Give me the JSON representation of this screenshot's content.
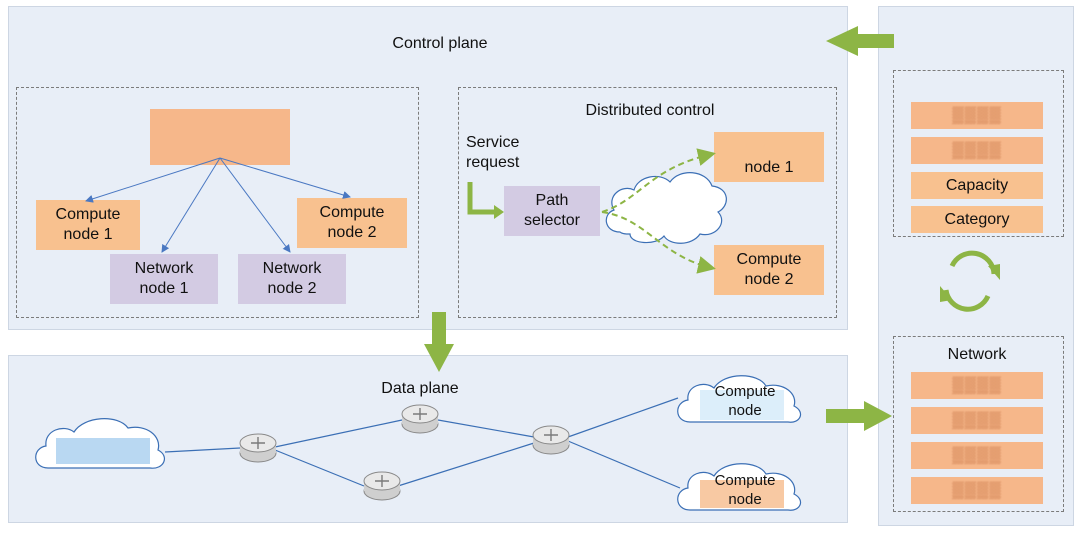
{
  "control_plane": {
    "title": "Control plane",
    "centralized": {
      "compute_node_1": "Compute node 1",
      "compute_node_2": "Compute node 2",
      "network_node_1": "Network node 1",
      "network_node_2": "Network node 2"
    },
    "distributed": {
      "title": "Distributed control",
      "service_request": "Service request",
      "path_selector": "Path selector",
      "compute_node_1": "node 1",
      "compute_node_2": "Compute node 2"
    }
  },
  "data_plane": {
    "title": "Data plane",
    "compute_node_top": "Compute node",
    "compute_node_bottom": "Compute node"
  },
  "side_panel": {
    "compute_items": [
      "Capacity",
      "Category"
    ],
    "network_title": "Network"
  },
  "colors": {
    "panel_bg": "#e8eef7",
    "compute_orange": "#f8c18f",
    "network_purple": "#d3cbe3",
    "arrow_green": "#8db545",
    "link_blue": "#4a78c2"
  }
}
